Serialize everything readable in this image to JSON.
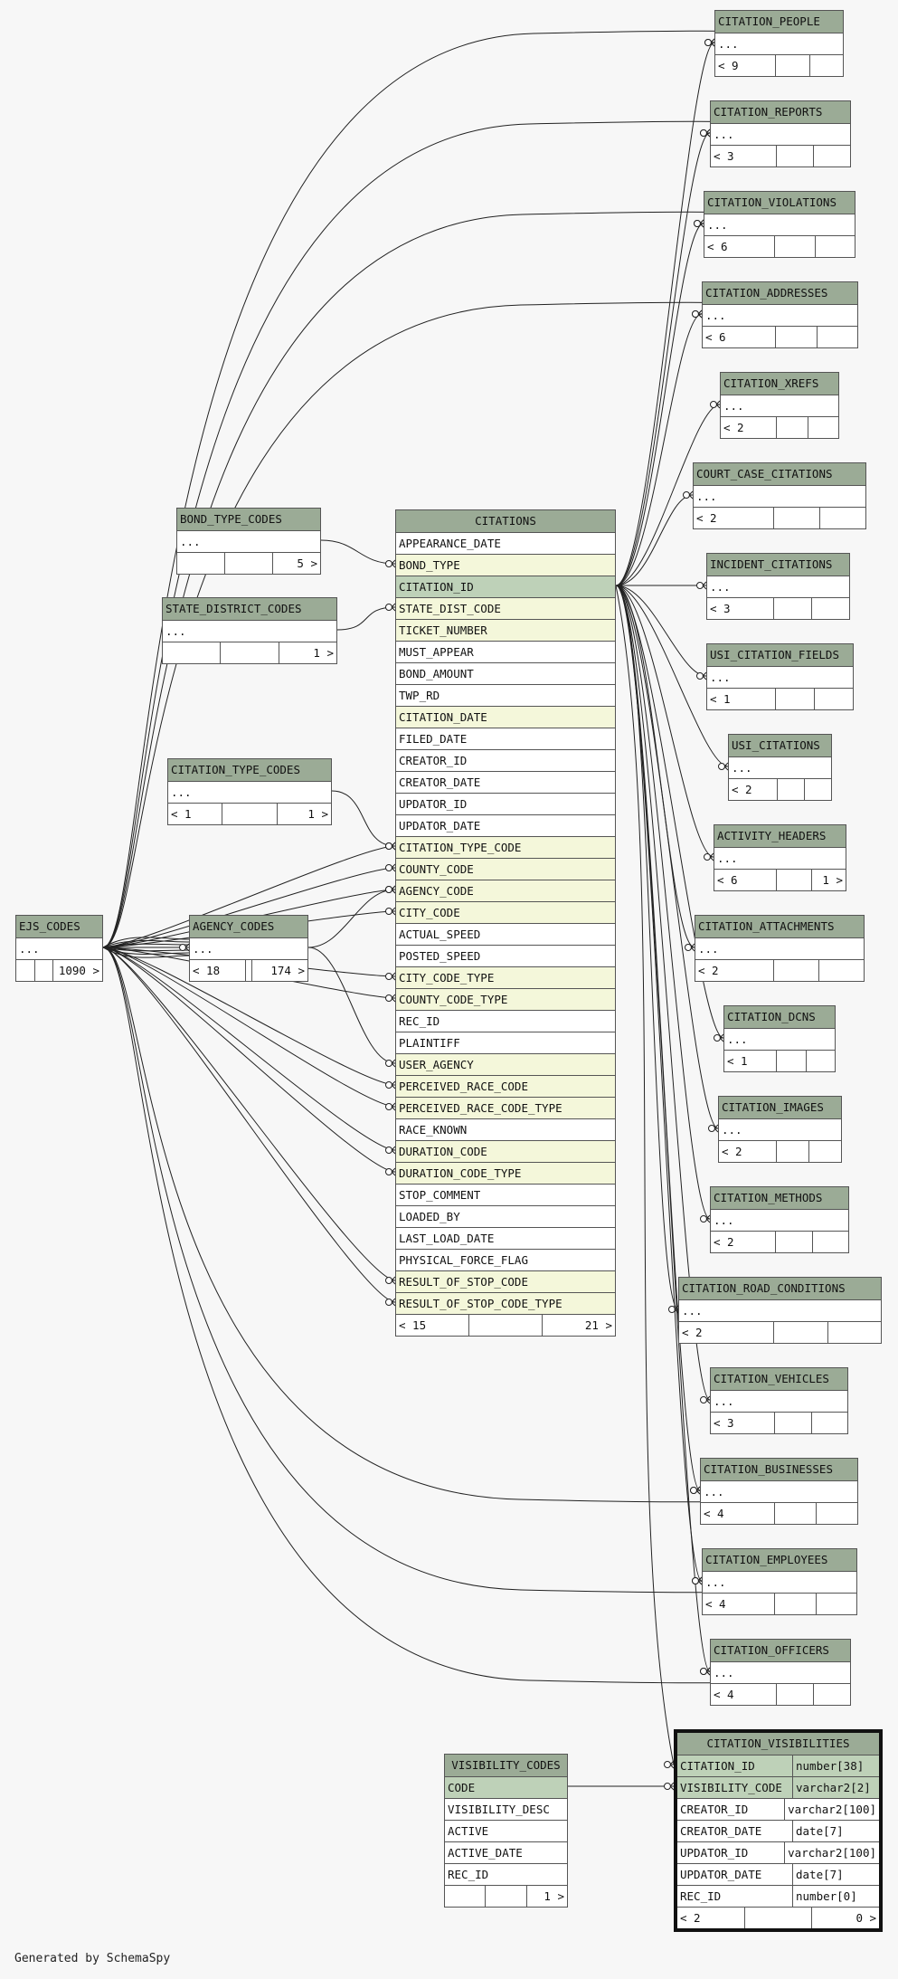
{
  "diagram": {
    "generated_by": "Generated by SchemaSpy",
    "citations": {
      "title": "CITATIONS",
      "columns": [
        {
          "name": "APPEARANCE_DATE",
          "kind": "plain"
        },
        {
          "name": "BOND_TYPE",
          "kind": "fk"
        },
        {
          "name": "CITATION_ID",
          "kind": "pk"
        },
        {
          "name": "STATE_DIST_CODE",
          "kind": "fk"
        },
        {
          "name": "TICKET_NUMBER",
          "kind": "fk"
        },
        {
          "name": "MUST_APPEAR",
          "kind": "plain"
        },
        {
          "name": "BOND_AMOUNT",
          "kind": "plain"
        },
        {
          "name": "TWP_RD",
          "kind": "plain"
        },
        {
          "name": "CITATION_DATE",
          "kind": "fk"
        },
        {
          "name": "FILED_DATE",
          "kind": "plain"
        },
        {
          "name": "CREATOR_ID",
          "kind": "plain"
        },
        {
          "name": "CREATOR_DATE",
          "kind": "plain"
        },
        {
          "name": "UPDATOR_ID",
          "kind": "plain"
        },
        {
          "name": "UPDATOR_DATE",
          "kind": "plain"
        },
        {
          "name": "CITATION_TYPE_CODE",
          "kind": "fk"
        },
        {
          "name": "COUNTY_CODE",
          "kind": "fk"
        },
        {
          "name": "AGENCY_CODE",
          "kind": "fk"
        },
        {
          "name": "CITY_CODE",
          "kind": "fk"
        },
        {
          "name": "ACTUAL_SPEED",
          "kind": "plain"
        },
        {
          "name": "POSTED_SPEED",
          "kind": "plain"
        },
        {
          "name": "CITY_CODE_TYPE",
          "kind": "fk"
        },
        {
          "name": "COUNTY_CODE_TYPE",
          "kind": "fk"
        },
        {
          "name": "REC_ID",
          "kind": "plain"
        },
        {
          "name": "PLAINTIFF",
          "kind": "plain"
        },
        {
          "name": "USER_AGENCY",
          "kind": "fk"
        },
        {
          "name": "PERCEIVED_RACE_CODE",
          "kind": "fk"
        },
        {
          "name": "PERCEIVED_RACE_CODE_TYPE",
          "kind": "fk"
        },
        {
          "name": "RACE_KNOWN",
          "kind": "plain"
        },
        {
          "name": "DURATION_CODE",
          "kind": "fk"
        },
        {
          "name": "DURATION_CODE_TYPE",
          "kind": "fk"
        },
        {
          "name": "STOP_COMMENT",
          "kind": "plain"
        },
        {
          "name": "LOADED_BY",
          "kind": "plain"
        },
        {
          "name": "LAST_LOAD_DATE",
          "kind": "plain"
        },
        {
          "name": "PHYSICAL_FORCE_FLAG",
          "kind": "plain"
        },
        {
          "name": "RESULT_OF_STOP_CODE",
          "kind": "fk"
        },
        {
          "name": "RESULT_OF_STOP_CODE_TYPE",
          "kind": "fk"
        }
      ],
      "footer": [
        "< 15",
        "",
        "21 >"
      ]
    },
    "left_tables": [
      {
        "id": "bond_type_codes",
        "title": "BOND_TYPE_CODES",
        "body": "...",
        "footer": [
          "",
          "",
          "5 >"
        ]
      },
      {
        "id": "state_district_codes",
        "title": "STATE_DISTRICT_CODES",
        "body": "...",
        "footer": [
          "",
          "",
          "1 >"
        ]
      },
      {
        "id": "citation_type_codes",
        "title": "CITATION_TYPE_CODES",
        "body": "...",
        "footer": [
          "< 1",
          "",
          "1 >"
        ]
      },
      {
        "id": "ejs_codes",
        "title": "EJS_CODES",
        "body": "...",
        "footer": [
          "",
          "",
          "1090 >"
        ]
      },
      {
        "id": "agency_codes",
        "title": "AGENCY_CODES",
        "body": "...",
        "footer": [
          "< 18",
          "",
          "174 >"
        ]
      }
    ],
    "right_tables": [
      {
        "id": "citation_people",
        "title": "CITATION_PEOPLE",
        "body": "...",
        "footer": [
          "< 9",
          "",
          ""
        ]
      },
      {
        "id": "citation_reports",
        "title": "CITATION_REPORTS",
        "body": "...",
        "footer": [
          "< 3",
          "",
          ""
        ]
      },
      {
        "id": "citation_violations",
        "title": "CITATION_VIOLATIONS",
        "body": "...",
        "footer": [
          "< 6",
          "",
          ""
        ]
      },
      {
        "id": "citation_addresses",
        "title": "CITATION_ADDRESSES",
        "body": "...",
        "footer": [
          "< 6",
          "",
          ""
        ]
      },
      {
        "id": "citation_xrefs",
        "title": "CITATION_XREFS",
        "body": "...",
        "footer": [
          "< 2",
          "",
          ""
        ]
      },
      {
        "id": "court_case_citations",
        "title": "COURT_CASE_CITATIONS",
        "body": "...",
        "footer": [
          "< 2",
          "",
          ""
        ]
      },
      {
        "id": "incident_citations",
        "title": "INCIDENT_CITATIONS",
        "body": "...",
        "footer": [
          "< 3",
          "",
          ""
        ]
      },
      {
        "id": "usi_citation_fields",
        "title": "USI_CITATION_FIELDS",
        "body": "...",
        "footer": [
          "< 1",
          "",
          ""
        ]
      },
      {
        "id": "usi_citations",
        "title": "USI_CITATIONS",
        "body": "...",
        "footer": [
          "< 2",
          "",
          ""
        ]
      },
      {
        "id": "activity_headers",
        "title": "ACTIVITY_HEADERS",
        "body": "...",
        "footer": [
          "< 6",
          "",
          "1 >"
        ]
      },
      {
        "id": "citation_attachments",
        "title": "CITATION_ATTACHMENTS",
        "body": "...",
        "footer": [
          "< 2",
          "",
          ""
        ]
      },
      {
        "id": "citation_dcns",
        "title": "CITATION_DCNS",
        "body": "...",
        "footer": [
          "< 1",
          "",
          ""
        ]
      },
      {
        "id": "citation_images",
        "title": "CITATION_IMAGES",
        "body": "...",
        "footer": [
          "< 2",
          "",
          ""
        ]
      },
      {
        "id": "citation_methods",
        "title": "CITATION_METHODS",
        "body": "...",
        "footer": [
          "< 2",
          "",
          ""
        ]
      },
      {
        "id": "citation_road_conditions",
        "title": "CITATION_ROAD_CONDITIONS",
        "body": "...",
        "footer": [
          "< 2",
          "",
          ""
        ]
      },
      {
        "id": "citation_vehicles",
        "title": "CITATION_VEHICLES",
        "body": "...",
        "footer": [
          "< 3",
          "",
          ""
        ]
      },
      {
        "id": "citation_businesses",
        "title": "CITATION_BUSINESSES",
        "body": "...",
        "footer": [
          "< 4",
          "",
          ""
        ]
      },
      {
        "id": "citation_employees",
        "title": "CITATION_EMPLOYEES",
        "body": "...",
        "footer": [
          "< 4",
          "",
          ""
        ]
      },
      {
        "id": "citation_officers",
        "title": "CITATION_OFFICERS",
        "body": "...",
        "footer": [
          "< 4",
          "",
          ""
        ]
      }
    ],
    "visibility_codes": {
      "title": "VISIBILITY_CODES",
      "columns": [
        {
          "name": "CODE",
          "kind": "pk"
        },
        {
          "name": "VISIBILITY_DESC",
          "kind": "plain"
        },
        {
          "name": "ACTIVE",
          "kind": "plain"
        },
        {
          "name": "ACTIVE_DATE",
          "kind": "plain"
        },
        {
          "name": "REC_ID",
          "kind": "plain"
        }
      ],
      "footer": [
        "",
        "",
        "1 >"
      ]
    },
    "citation_visibilities": {
      "title": "CITATION_VISIBILITIES",
      "columns": [
        {
          "name": "CITATION_ID",
          "type": "number[38]",
          "kind": "pk"
        },
        {
          "name": "VISIBILITY_CODE",
          "type": "varchar2[2]",
          "kind": "pk"
        },
        {
          "name": "CREATOR_ID",
          "type": "varchar2[100]",
          "kind": "plain"
        },
        {
          "name": "CREATOR_DATE",
          "type": "date[7]",
          "kind": "plain"
        },
        {
          "name": "UPDATOR_ID",
          "type": "varchar2[100]",
          "kind": "plain"
        },
        {
          "name": "UPDATOR_DATE",
          "type": "date[7]",
          "kind": "plain"
        },
        {
          "name": "REC_ID",
          "type": "number[0]",
          "kind": "plain"
        }
      ],
      "footer": [
        "< 2",
        "",
        "0 >"
      ]
    }
  }
}
